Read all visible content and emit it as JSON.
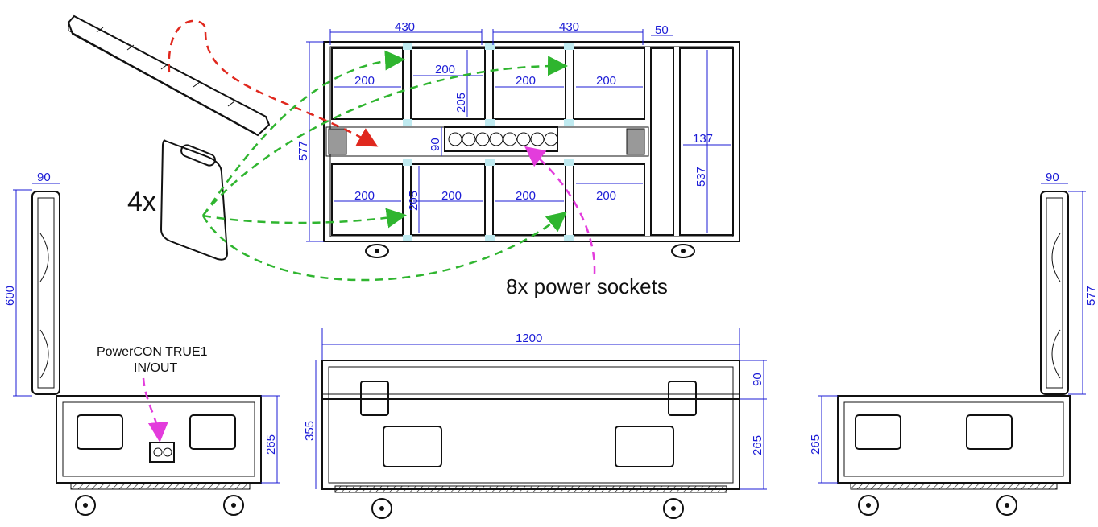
{
  "top_view": {
    "dims": {
      "width_left": "430",
      "width_right": "430",
      "width_small": "50",
      "depth_total": "577",
      "depth_right": "537",
      "compartment_width": "200",
      "compartment_depth": "205",
      "center_channel": "90",
      "right_channel": "137"
    }
  },
  "callouts": {
    "divider_count": "4x",
    "power_sockets": "8x power sockets",
    "powercon_line1": "PowerCON TRUE1",
    "powercon_line2": "IN/OUT"
  },
  "left_side_view": {
    "lid_width": "90",
    "lid_height": "600",
    "body_height": "265"
  },
  "front_view": {
    "length": "1200",
    "height_total": "355",
    "lid_height": "90",
    "body_height": "265"
  },
  "right_side_view": {
    "lid_width": "90",
    "lid_height": "577",
    "body_height": "265"
  },
  "colors": {
    "dimension": "#1b1bd6",
    "arrow_dividers": "#2fb52f",
    "arrow_lid_insert": "#e0281e",
    "arrow_callout": "#e33cdc"
  }
}
